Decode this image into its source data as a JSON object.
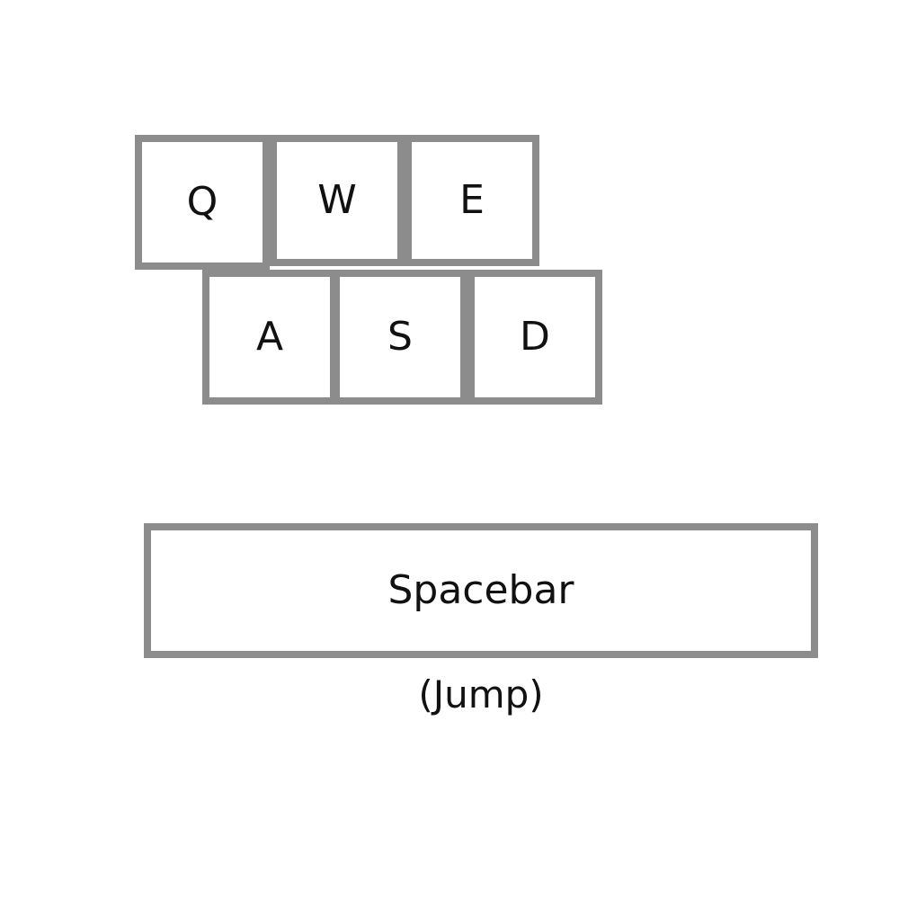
{
  "keys": {
    "q": "Q",
    "w": "W",
    "e": "E",
    "a": "A",
    "s": "S",
    "d": "D",
    "spacebar": "Spacebar"
  },
  "spacebar_caption": "(Jump)"
}
